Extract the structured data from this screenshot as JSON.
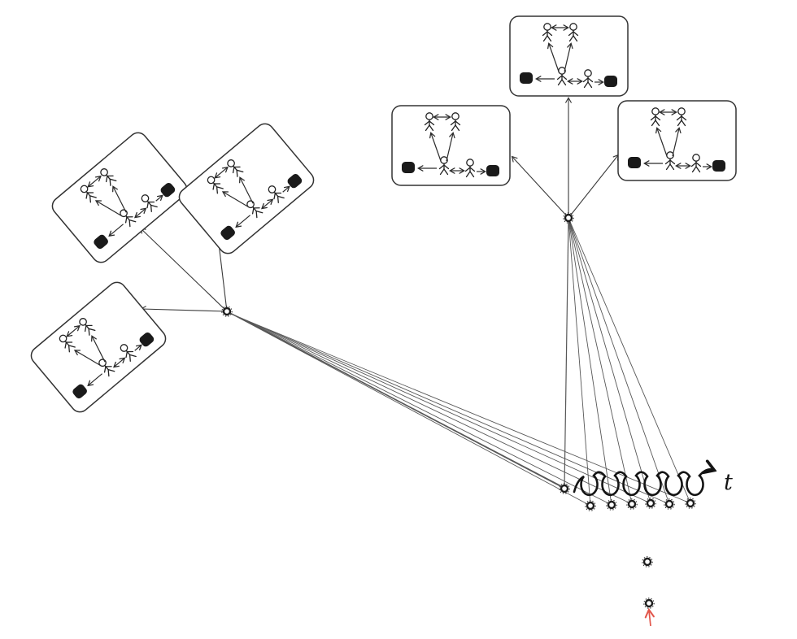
{
  "canvas": {
    "background": "#ffffff"
  },
  "palette": {
    "ink": "#2b2b2b",
    "edge": "#575757",
    "arrow": "#3a3a3a",
    "coil": "#141414",
    "highlight": "#e2574c",
    "card_fill": "#ffffff",
    "card_border": "#333333",
    "box_fill": "#1a1a1a",
    "node_ink": "#1c1c1c"
  },
  "timeline": {
    "label": "t",
    "loop_count": 6,
    "direction": "right"
  },
  "structure": {
    "cards_total": 6,
    "top_cluster": {
      "cards": 3,
      "hub_nodes": 1,
      "arrows_to_cards": 3
    },
    "left_cluster": {
      "cards": 3,
      "hub_nodes": 1,
      "arrows_to_cards": 3,
      "card_rotation_deg": -40
    },
    "card_content": "five stick figures with mutual arrows and two black artifact boxes",
    "chain_nodes": 7,
    "floating_nodes": 2,
    "fan_lines_per_hub": 7,
    "highlight_arrow": {
      "direction": "up",
      "points_to": "lowest floating node"
    }
  }
}
